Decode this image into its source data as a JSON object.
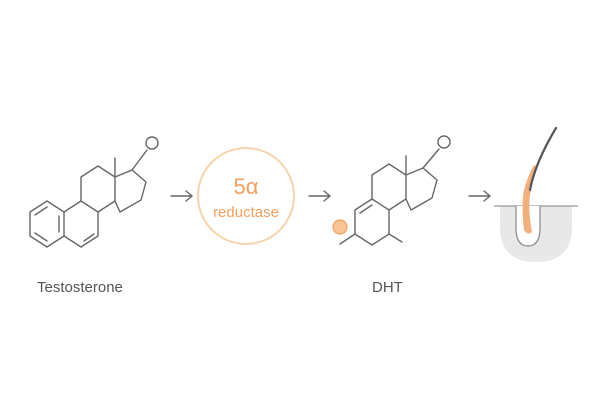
{
  "testosterone": {
    "label": "Testosterone"
  },
  "enzyme": {
    "symbol": "5α",
    "name": "reductase"
  },
  "dht": {
    "label": "DHT"
  },
  "colors": {
    "line": "#666666",
    "accent": "#f0a060",
    "accent_light": "#f6c497",
    "enzyme_ring": "#f7d3ad",
    "hair_fill": "#e8e8e8",
    "hair_shaft": "#555555",
    "hair_root": "#f0b080"
  },
  "icons": {
    "arrow_1": "right-arrow-icon",
    "arrow_2": "right-arrow-icon",
    "arrow_3": "right-arrow-icon",
    "hair_follicle": "hair-follicle-icon"
  }
}
